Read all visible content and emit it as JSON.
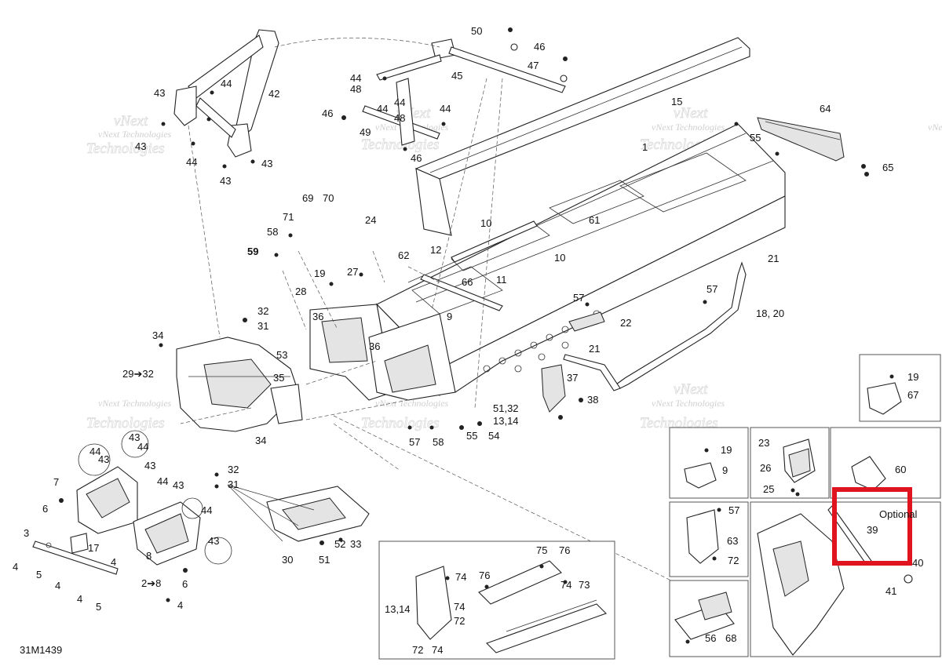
{
  "diagram": {
    "drawing_number": "31M1439",
    "optional_label": "Optional",
    "watermark_small": "vNext Technologies",
    "watermark_large": "Technologies",
    "watermark_top": "vNext",
    "highlight_color": "#e0141e",
    "callouts": {
      "c1": "1",
      "c3": "3",
      "c4a": "4",
      "c4b": "4",
      "c4c": "4",
      "c4d": "4",
      "c4e": "4",
      "c5a": "5",
      "c5b": "5",
      "c6a": "6",
      "c6b": "6",
      "c7": "7",
      "c8": "8",
      "c9a": "9",
      "c9b": "9",
      "c10a": "10",
      "c10b": "10",
      "c11": "11",
      "c12": "12",
      "c13_14a": "13,14",
      "c13_14b": "13,14",
      "c15": "15",
      "c17": "17",
      "c18_20": "18, 20",
      "c19a": "19",
      "c19b": "19",
      "c19c": "19",
      "c21a": "21",
      "c21b": "21",
      "c22": "22",
      "c23": "23",
      "c24": "24",
      "c25": "25",
      "c26": "26",
      "c27": "27",
      "c28": "28",
      "c29_32": "29➔32",
      "c2_8": "2➔8",
      "c30": "30",
      "c31a": "31",
      "c31b": "31",
      "c32a": "32",
      "c32b": "32",
      "c33": "33",
      "c34a": "34",
      "c34b": "34",
      "c35": "35",
      "c36a": "36",
      "c36b": "36",
      "c37": "37",
      "c38": "38",
      "c39": "39",
      "c40": "40",
      "c41": "41",
      "c42": "42",
      "c43a": "43",
      "c43b": "43",
      "c43c": "43",
      "c43d": "43",
      "c43e": "43",
      "c43f": "43",
      "c43g": "43",
      "c43h": "43",
      "c43i": "43",
      "c44a": "44",
      "c44b": "44",
      "c44c": "44",
      "c44d": "44",
      "c44e": "44",
      "c44f": "44",
      "c44g": "44",
      "c44h": "44",
      "c44i": "44",
      "c44j": "44",
      "c45": "45",
      "c46a": "46",
      "c46b": "46",
      "c46c": "46",
      "c47": "47",
      "c48a": "48",
      "c48b": "48",
      "c49": "49",
      "c50": "50",
      "c51": "51",
      "c51_32": "51,32",
      "c52": "52",
      "c53": "53",
      "c54": "54",
      "c55a": "55",
      "c55b": "55",
      "c56": "56",
      "c57a": "57",
      "c57b": "57",
      "c57c": "57",
      "c57d": "57",
      "c58a": "58",
      "c58b": "58",
      "c59": "59",
      "c60": "60",
      "c61": "61",
      "c62": "62",
      "c63": "63",
      "c64": "64",
      "c65": "65",
      "c66": "66",
      "c67": "67",
      "c68": "68",
      "c69": "69",
      "c70": "70",
      "c71": "71",
      "c72a": "72",
      "c72b": "72",
      "c72c": "72",
      "c73": "73",
      "c74a": "74",
      "c74b": "74",
      "c74c": "74",
      "c74d": "74",
      "c75": "75",
      "c76a": "76",
      "c76b": "76"
    }
  }
}
